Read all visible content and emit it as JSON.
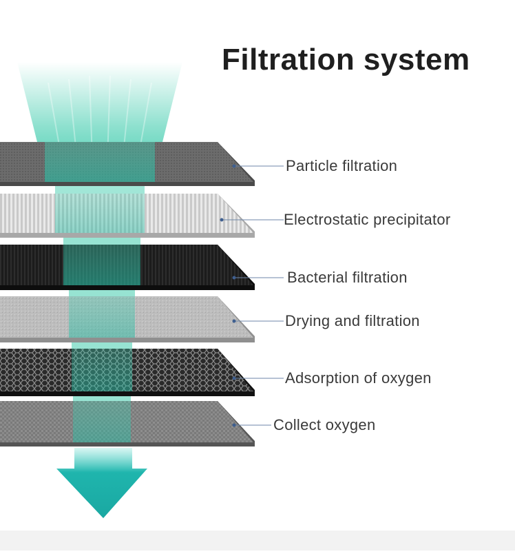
{
  "title": "Filtration system",
  "layers": [
    {
      "label": "Particle filtration",
      "pattern": "fine-dark-gray"
    },
    {
      "label": "Electrostatic precipitator",
      "pattern": "white-striped"
    },
    {
      "label": "Bacterial filtration",
      "pattern": "black-fibers"
    },
    {
      "label": "Drying and filtration",
      "pattern": "light-speckle"
    },
    {
      "label": "Adsorption of oxygen",
      "pattern": "hex-mesh"
    },
    {
      "label": "Collect oxygen",
      "pattern": "gray-woven"
    }
  ],
  "colors": {
    "flow": "#2fc7a6",
    "arrow": "#1fb5ad",
    "leader": "#6e86a8",
    "text": "#3a3a3a"
  },
  "icons": {
    "flow": "airflow-beam",
    "arrow": "down-arrow-icon"
  }
}
